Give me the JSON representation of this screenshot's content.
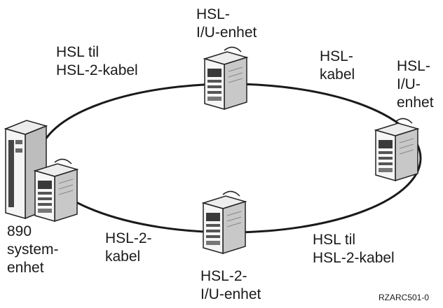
{
  "labels": {
    "top_tower": [
      "HSL-",
      "I/U-enhet"
    ],
    "right_tower": [
      "HSL-",
      "I/U-",
      "enhet"
    ],
    "bottom_tower": [
      "HSL-2-",
      "I/U-enhet"
    ],
    "system_unit": [
      "890",
      "system-",
      "enhet"
    ],
    "cable_top_left": [
      "HSL til",
      "HSL-2-kabel"
    ],
    "cable_top_right": [
      "HSL-",
      "kabel"
    ],
    "cable_bottom_left": [
      "HSL-2-",
      "kabel"
    ],
    "cable_bottom_right": [
      "HSL til",
      "HSL-2-kabel"
    ]
  },
  "figure_id": "RZARC501-0"
}
